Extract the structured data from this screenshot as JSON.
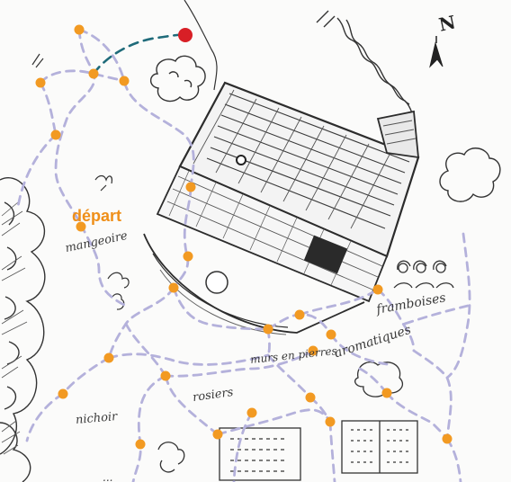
{
  "map": {
    "compass_letter": "N",
    "labels": {
      "depart": "départ",
      "mangeoire": "mangeoire",
      "framboises": "framboises",
      "aromatiques": "aromatiques",
      "murs_en_pierres": "murs en pierres",
      "rosiers": "rosiers",
      "nichoir": "nichoir",
      "bottom_cut": "..."
    },
    "colors": {
      "path_dash": "#b4b1db",
      "waypoint": "#f29a22",
      "end_point": "#d81f26",
      "route_segment": "#1f6b7a",
      "label_accent": "#ef8f19",
      "sketch_ink": "#333333"
    }
  }
}
